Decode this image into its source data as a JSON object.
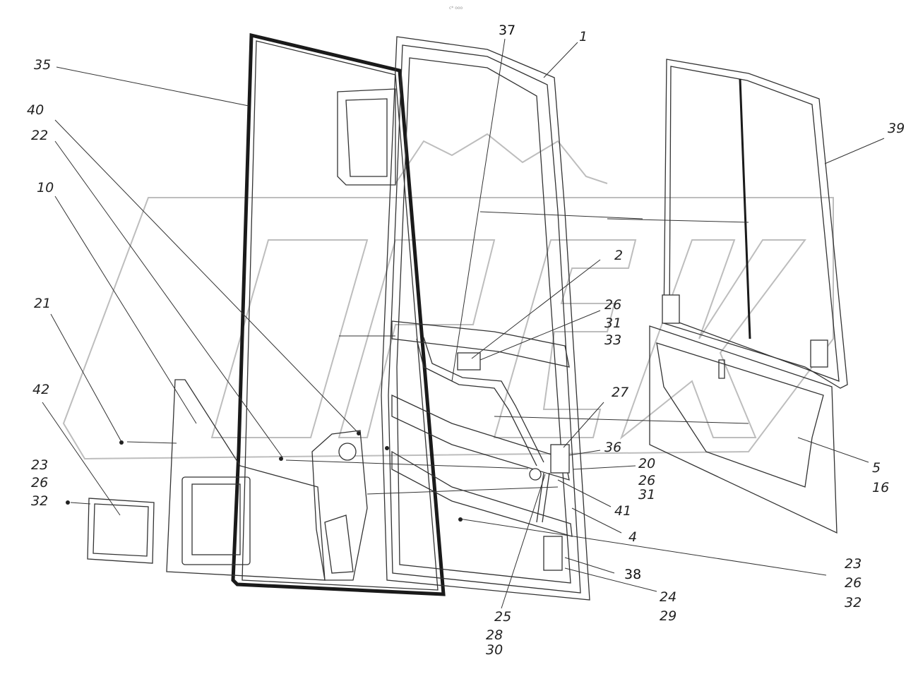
{
  "header": {
    "caption": "c* ooo"
  },
  "watermark": {
    "text": "ОРЕХ"
  },
  "callouts": [
    {
      "id": "c37",
      "text": "37"
    },
    {
      "id": "c1",
      "text": "1"
    },
    {
      "id": "c35",
      "text": "35"
    },
    {
      "id": "c40",
      "text": "40"
    },
    {
      "id": "c22",
      "text": "22"
    },
    {
      "id": "c10",
      "text": "10"
    },
    {
      "id": "c39",
      "text": "39"
    },
    {
      "id": "c2",
      "text": "2"
    },
    {
      "id": "c26a",
      "text": "26"
    },
    {
      "id": "c31a",
      "text": "31"
    },
    {
      "id": "c33",
      "text": "33"
    },
    {
      "id": "c21",
      "text": "21"
    },
    {
      "id": "c42",
      "text": "42"
    },
    {
      "id": "c27",
      "text": "27"
    },
    {
      "id": "c36",
      "text": "36"
    },
    {
      "id": "c20",
      "text": "20"
    },
    {
      "id": "c26b",
      "text": "26"
    },
    {
      "id": "c31b",
      "text": "31"
    },
    {
      "id": "c5",
      "text": "5"
    },
    {
      "id": "c16",
      "text": "16"
    },
    {
      "id": "c23a",
      "text": "23"
    },
    {
      "id": "c26c",
      "text": "26"
    },
    {
      "id": "c32a",
      "text": "32"
    },
    {
      "id": "c41",
      "text": "41"
    },
    {
      "id": "c4",
      "text": "4"
    },
    {
      "id": "c23b",
      "text": "23"
    },
    {
      "id": "c26d",
      "text": "26"
    },
    {
      "id": "c32b",
      "text": "32"
    },
    {
      "id": "c38",
      "text": "38"
    },
    {
      "id": "c24",
      "text": "24"
    },
    {
      "id": "c29",
      "text": "29"
    },
    {
      "id": "c25",
      "text": "25"
    },
    {
      "id": "c28",
      "text": "28"
    },
    {
      "id": "c30",
      "text": "30"
    }
  ]
}
